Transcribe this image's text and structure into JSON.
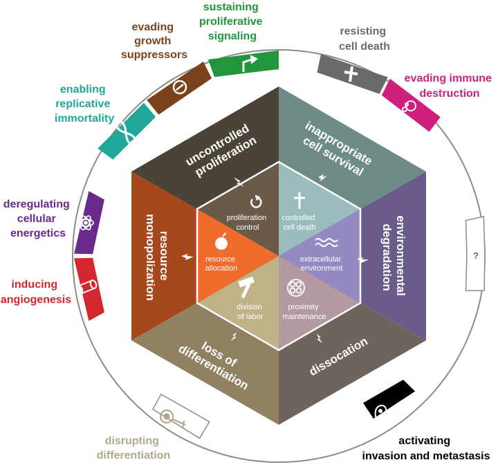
{
  "colors": {
    "ring": "#8a8a8a",
    "outer": {
      "uncontrolled": "#4a4336",
      "survival": "#6e8b87",
      "environmental": "#6a5b8b",
      "dissociation": "#6d645e",
      "differentiation": "#8f8162",
      "monopolization": "#a5481d"
    },
    "inner": {
      "proliferation": "#6a5a4a",
      "death": "#9bbcbc",
      "extracellular": "#9589c2",
      "proximity": "#b49aa0",
      "division": "#bfb288",
      "allocation": "#ef6c2d"
    },
    "hallmarks": {
      "growth": "#7b431b",
      "proliferative": "#22963d",
      "death": "#6a6a6a",
      "immune": "#d0207b",
      "replicative": "#1fa899",
      "energetics": "#6a2a8c",
      "angiogenesis": "#d3272f",
      "invasion": "#000000",
      "differentiation": "#b3a78b"
    }
  },
  "hallmarks": {
    "growth_suppressors": [
      "evading",
      "growth",
      "suppressors"
    ],
    "proliferative_signaling": [
      "sustaining",
      "proliferative",
      "signaling"
    ],
    "cell_death": [
      "resisting",
      "cell death"
    ],
    "immune_destruction": [
      "evading immune",
      "destruction"
    ],
    "replicative_immortality": [
      "enabling",
      "replicative",
      "immortality"
    ],
    "cellular_energetics": [
      "deregulating",
      "cellular",
      "energetics"
    ],
    "angiogenesis": [
      "inducing",
      "angiogenesis"
    ],
    "disrupting_differentiation": [
      "disrupting",
      "differentiation"
    ],
    "invasion_metastasis": [
      "activating",
      "invasion and metastasis"
    ],
    "unknown": "?"
  },
  "outer_segments": {
    "uncontrolled_proliferation": [
      "uncontrolled",
      "proliferation"
    ],
    "inappropriate_cell_survival": [
      "inappropriate",
      "cell survival"
    ],
    "environmental_degradation": [
      "environmental",
      "degradation"
    ],
    "dissocation": "dissocation",
    "loss_of_differentiation": [
      "loss of",
      "differentiation"
    ],
    "resource_monopolization": [
      "resource",
      "monopolization"
    ]
  },
  "inner_segments": {
    "proliferation_control": [
      "proliferation",
      "control"
    ],
    "controlled_cell_death": [
      "controlled",
      "cell death"
    ],
    "extracellular_environment": [
      "extracellular",
      "environment"
    ],
    "proximity_maintenance": [
      "proximity",
      "maintenance"
    ],
    "division_of_labor": [
      "division",
      "of labor"
    ],
    "resource_allocation": [
      "resource",
      "allocation"
    ]
  },
  "icons": {
    "growth": "no-entry-icon",
    "proliferative": "bent-arrow-icon",
    "death": "cross-icon",
    "immune": "immune-cell-icon",
    "replicative": "infinity-icon",
    "energetics": "atom-icon",
    "angiogenesis": "vessel-icon",
    "invasion": "ghost-cell-icon",
    "differentiation": "stem-cell-icon",
    "lightning": "lightning-bolt-icon",
    "apple": "apple-icon",
    "hammer": "hammer-icon",
    "waves": "waves-icon",
    "cell_cluster": "cell-cluster-icon",
    "refresh": "cycle-arrow-icon",
    "inner_cross": "cross-icon"
  }
}
